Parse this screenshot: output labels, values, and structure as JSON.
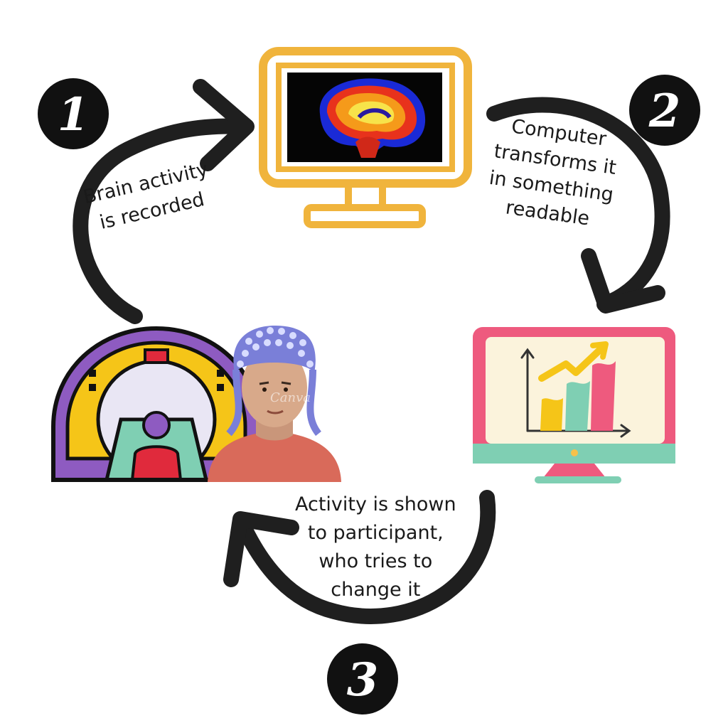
{
  "steps": [
    {
      "number": "1",
      "lines": [
        "Brain activity",
        "is recorded"
      ]
    },
    {
      "number": "2",
      "lines": [
        "Computer",
        "transforms it",
        "in something",
        "readable"
      ]
    },
    {
      "number": "3",
      "lines": [
        "Activity is shown",
        "to participant,",
        "who tries to",
        "change it"
      ]
    }
  ],
  "watermark": "Canva",
  "colors": {
    "arrow": "#1f1f1f",
    "monitor_top": "#f0b43c",
    "monitor_bottom_frame": "#ee5a7e",
    "monitor_bottom_stand": "#7fcfb3",
    "mri_ring": "#8e5bc1",
    "mri_inner": "#f5c518",
    "eeg_cap": "#7a7fd8",
    "shirt": "#d96a5a"
  },
  "icons": [
    "brain-scan-monitor-icon",
    "chart-monitor-icon",
    "mri-scanner-icon",
    "eeg-person-icon"
  ]
}
